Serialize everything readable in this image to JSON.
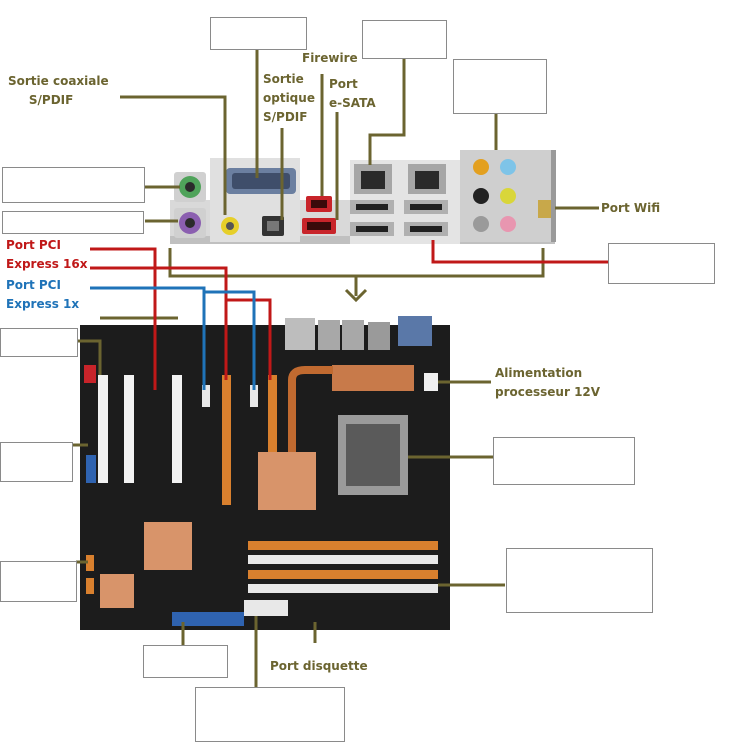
{
  "labels": {
    "sortie_coaxiale": "Sortie coaxiale\n     S/PDIF",
    "sortie_optique": "Sortie\noptique\nS/PDIF",
    "firewire": "Firewire",
    "port_esata": "Port\ne-SATA",
    "port_wifi": "Port Wifi",
    "port_pci_express_16x": "Port PCI\nExpress 16x",
    "port_pci_express_1x": "Port PCI\nExpress 1x",
    "alimentation_processeur": "Alimentation\nprocesseur 12V",
    "port_disquette": "Port disquette"
  },
  "colors": {
    "leader_olive": "#6b6430",
    "leader_red": "#c01818",
    "leader_blue": "#1f73b8",
    "board": "#1c1c1c",
    "heatsink": "#d8946a"
  }
}
